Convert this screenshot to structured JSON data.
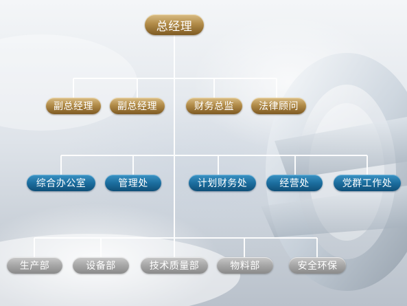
{
  "org_chart": {
    "top": {
      "label": "总经理"
    },
    "level1": [
      {
        "label": "副总经理"
      },
      {
        "label": "副总经理"
      },
      {
        "label": "财务总监"
      },
      {
        "label": "法律顾问"
      }
    ],
    "level2": [
      {
        "label": "综合办公室"
      },
      {
        "label": "管理处"
      },
      {
        "label": "计划财务处"
      },
      {
        "label": "经营处"
      },
      {
        "label": "党群工作处"
      }
    ],
    "level3": [
      {
        "label": "生产部"
      },
      {
        "label": "设备部"
      },
      {
        "label": "技术质量部"
      },
      {
        "label": "物料部"
      },
      {
        "label": "安全环保"
      }
    ]
  },
  "colors": {
    "executive": "#9c7636",
    "department": "#1a6a9a",
    "unit": "#a0a0a0",
    "connector": "#ffffff"
  }
}
